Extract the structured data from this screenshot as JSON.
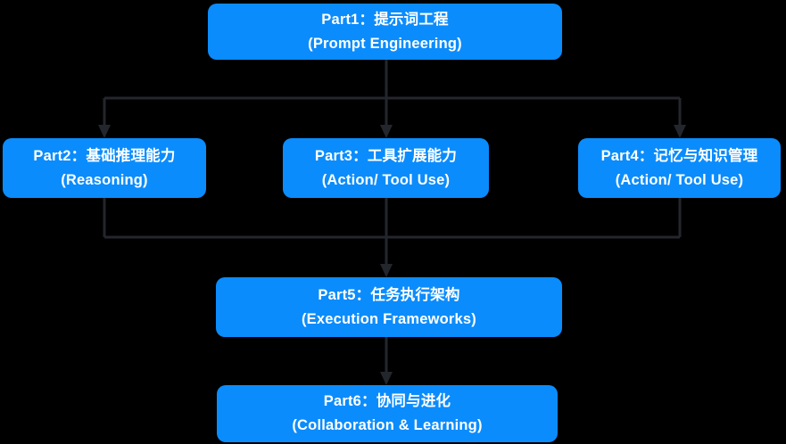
{
  "colors": {
    "background": "#000000",
    "node_fill": "#0b8cfc",
    "node_text": "#ffffff",
    "connector": "#23262c"
  },
  "nodes": [
    {
      "id": "part1",
      "title": "Part1：提示词工程",
      "subtitle": "(Prompt Engineering)"
    },
    {
      "id": "part2",
      "title": "Part2：基础推理能力",
      "subtitle": "(Reasoning)"
    },
    {
      "id": "part3",
      "title": "Part3：工具扩展能力",
      "subtitle": "(Action/ Tool Use)"
    },
    {
      "id": "part4",
      "title": "Part4：记忆与知识管理",
      "subtitle": "(Action/ Tool Use)"
    },
    {
      "id": "part5",
      "title": "Part5：任务执行架构",
      "subtitle": "(Execution Frameworks)"
    },
    {
      "id": "part6",
      "title": "Part6：协同与进化",
      "subtitle": "(Collaboration & Learning)"
    }
  ],
  "edges": [
    {
      "from": "part1",
      "to": "part2"
    },
    {
      "from": "part1",
      "to": "part3"
    },
    {
      "from": "part1",
      "to": "part4"
    },
    {
      "from": "part2",
      "to": "part5"
    },
    {
      "from": "part3",
      "to": "part5"
    },
    {
      "from": "part4",
      "to": "part5"
    },
    {
      "from": "part5",
      "to": "part6"
    }
  ]
}
